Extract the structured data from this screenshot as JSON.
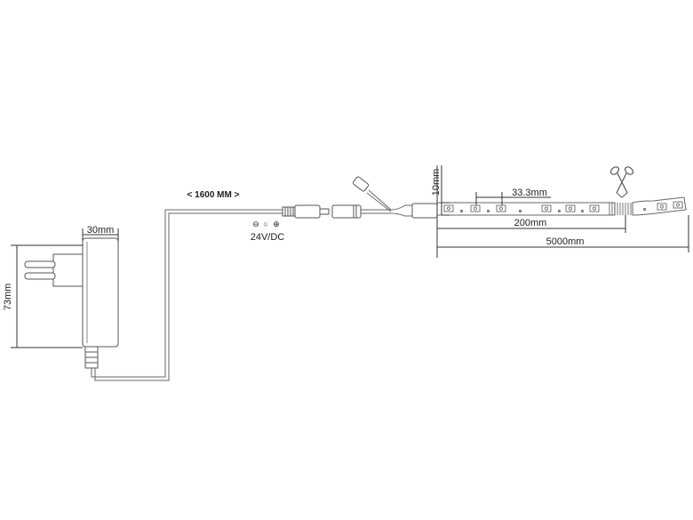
{
  "labels": {
    "adapter_width": "30mm",
    "adapter_height": "73mm",
    "cable_length": "< 1600 MM >",
    "voltage": "24V/DC",
    "strip_height": "10mm",
    "led_pitch": "33.3mm",
    "cut_section": "200mm",
    "strip_length": "5000mm"
  },
  "polarity_symbols": [
    "⊖",
    "○",
    "⊕"
  ],
  "colors": {
    "line": "#555555",
    "dim": "#333333",
    "led": "#777777"
  }
}
